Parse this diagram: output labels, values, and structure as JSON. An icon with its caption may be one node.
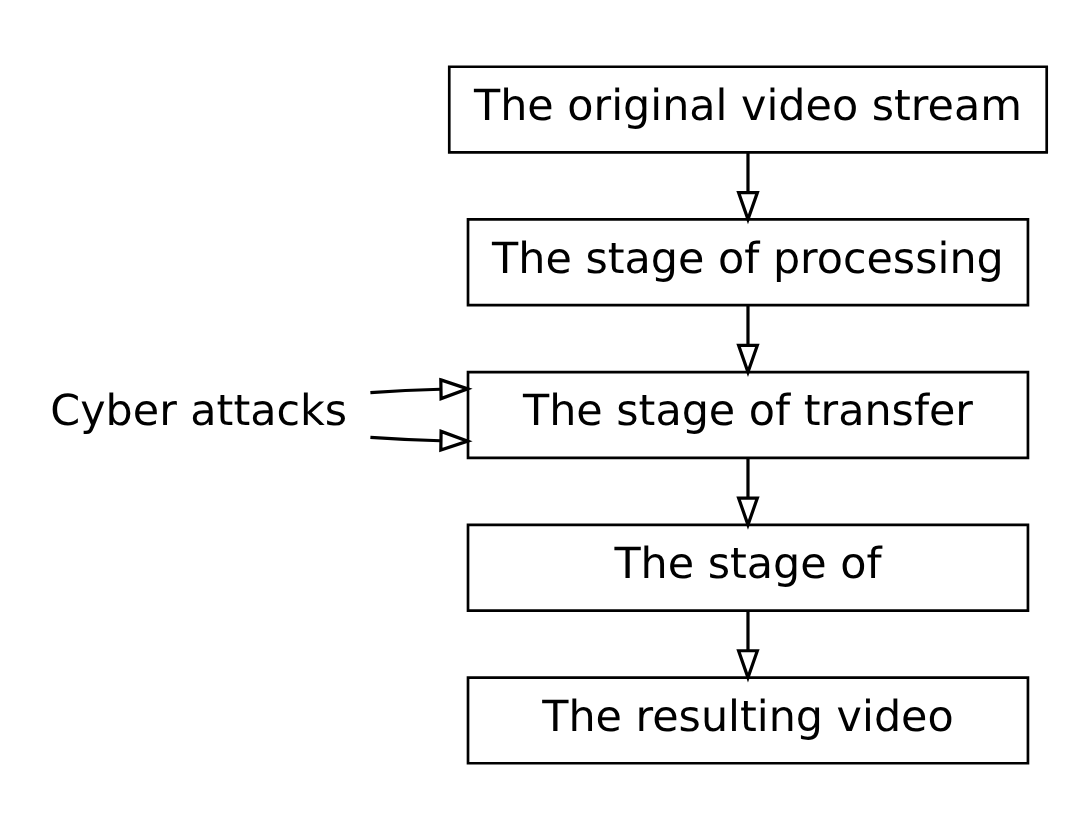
{
  "diagram": {
    "nodes": [
      {
        "text": [
          "The original video stream"
        ]
      },
      {
        "text": [
          "The stage of processing"
        ]
      },
      {
        "text": [
          "The stage of transfer"
        ]
      },
      {
        "text": [
          "The stage of"
        ]
      },
      {
        "text": [
          "The resulting video"
        ]
      },
      {
        "text": [
          "Cyber attacks"
        ]
      }
    ],
    "edges": [
      {
        "from": 0,
        "to": 1,
        "arrow": "to"
      },
      {
        "from": 1,
        "to": 2,
        "arrow": "to"
      },
      {
        "from": 2,
        "to": 3,
        "arrow": "to"
      },
      {
        "from": 3,
        "to": 4,
        "arrow": "to"
      },
      {
        "from": 5,
        "to": 2,
        "arrow": "to"
      },
      {
        "from": 5,
        "to": 2,
        "arrow": "to"
      }
    ]
  }
}
